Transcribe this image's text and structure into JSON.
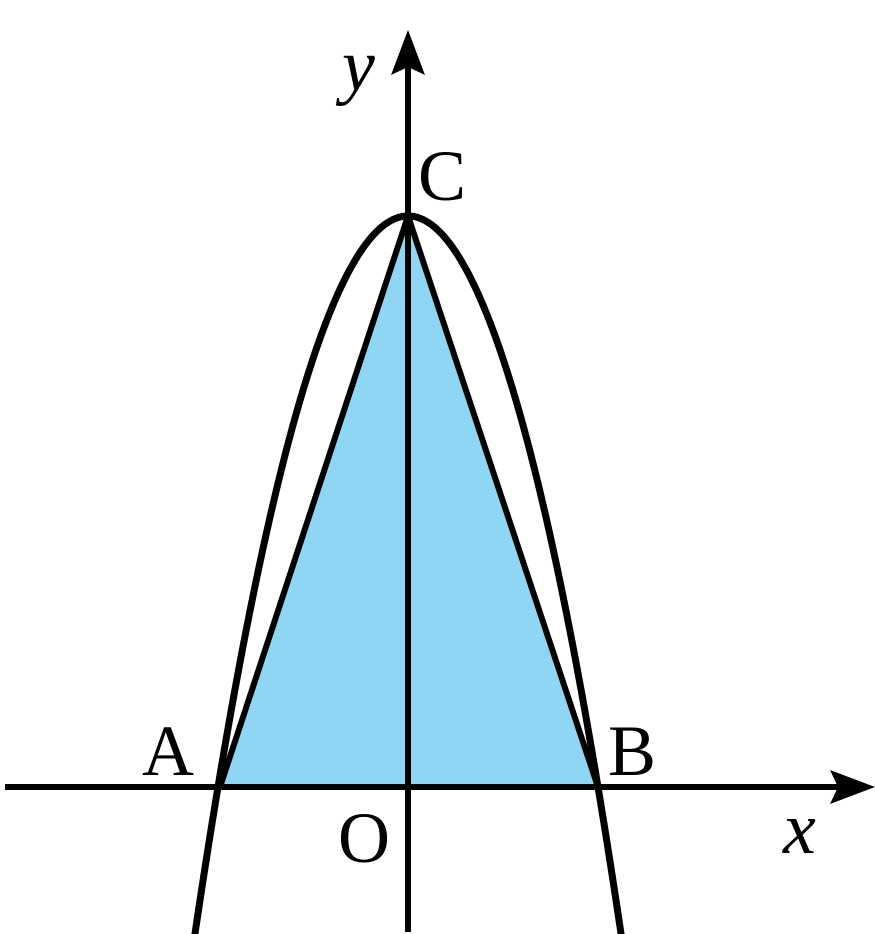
{
  "diagram": {
    "axes": {
      "x_label": "x",
      "y_label": "y",
      "origin_label": "O"
    },
    "points": {
      "A": "A",
      "B": "B",
      "C": "C"
    },
    "colors": {
      "triangle_fill": "#8fd6f5",
      "stroke": "#000000",
      "background": "#ffffff"
    }
  }
}
